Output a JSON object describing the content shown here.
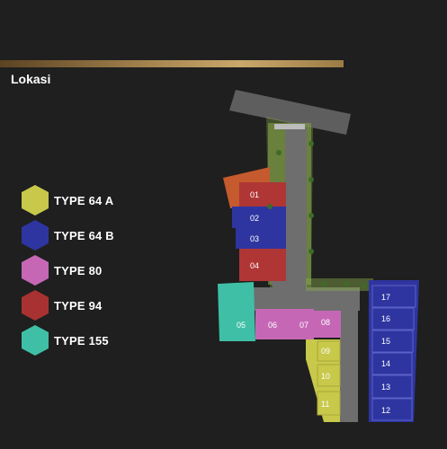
{
  "section": {
    "title": "Lokasi"
  },
  "legend": [
    {
      "label": "TYPE 64 A",
      "color": "#c8c84a"
    },
    {
      "label": "TYPE 64 B",
      "color": "#2e35a0"
    },
    {
      "label": "TYPE 80",
      "color": "#c667b6"
    },
    {
      "label": "TYPE 94",
      "color": "#a83232"
    },
    {
      "label": "TYPE 155",
      "color": "#3fbfa6"
    }
  ],
  "lots": {
    "l01": "01",
    "l02": "02",
    "l03": "03",
    "l04": "04",
    "l05": "05",
    "l06": "06",
    "l07": "07",
    "l08": "08",
    "l09": "09",
    "l10": "10",
    "l11": "11",
    "l12": "12",
    "l13": "13",
    "l14": "14",
    "l15": "15",
    "l16": "16",
    "l17": "17"
  }
}
